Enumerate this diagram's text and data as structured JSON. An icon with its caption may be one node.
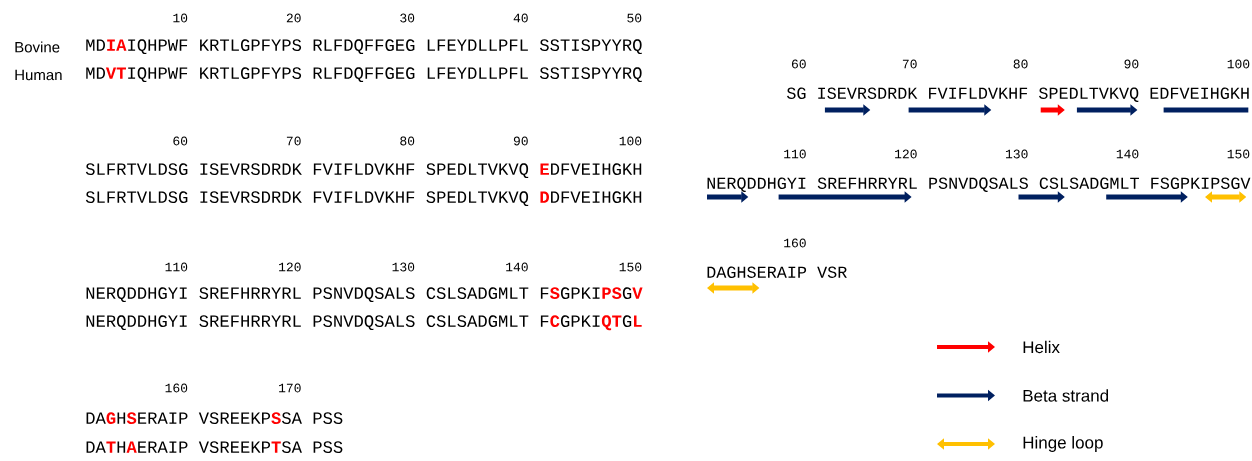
{
  "diagram": {
    "labels": [
      "10",
      "20",
      "30",
      "40",
      "50",
      "Bovine",
      "MD**IA**IQHPWF KRTLGPFYPS RLFDQFFGEG LFEYDLLPFL SSTISPYYRQ",
      "Human",
      "MD**VT**IQHPWF KRTLGPFYPS RLFDQFFGEG LFEYDLLPFL SSTISPYYRQ",
      "60",
      "70",
      "80",
      "90",
      "100",
      "SLFRTVLDSG ISEVRSDRDK FVIFLDVKHF SPEDLTVKVQ **E**DFVEIHGKH",
      "SLFRTVLDSG ISEVRSDRDK FVIFLDVKHF SPEDLTVKVQ **D**DFVEIHGKH",
      "110",
      "120",
      "130",
      "140",
      "150",
      "NERQDDHGYI SREFHRRYRL PSNVDQSALS CSLSADGMLT F**S**GPKI**PS**G**V**",
      "NERQDDHGYI SREFHRRYRL PSNVDQSALS CSLSADGMLT F**C**GPKI**QT**G**L**",
      "160",
      "170",
      "DA**G**H**S**ERAIP VSREEKP**S**SA PSS",
      "DA**T**H**A**ERAIP VSREEKP**T**SA PSS",
      "60",
      "70",
      "80",
      "90",
      "100",
      "SG ISEVRSDRDK FVIFLDVKHF SPEDLTVKVQ EDFVEIHGKH",
      "110",
      "120",
      "130",
      "140",
      "150",
      "NERQDDHGYI SREFHRRYRL PSNVDQSALS CSLSADGMLT FSGPKIPSGV",
      "160",
      "DAGHSERAIP VSR"
    ],
    "legend": [
      {
        "text": "Helix",
        "color": "#ff0000"
      },
      {
        "text": "Beta strand",
        "color": "#002060"
      },
      {
        "text": "Hinge loop",
        "color": "#ffc000"
      }
    ]
  }
}
